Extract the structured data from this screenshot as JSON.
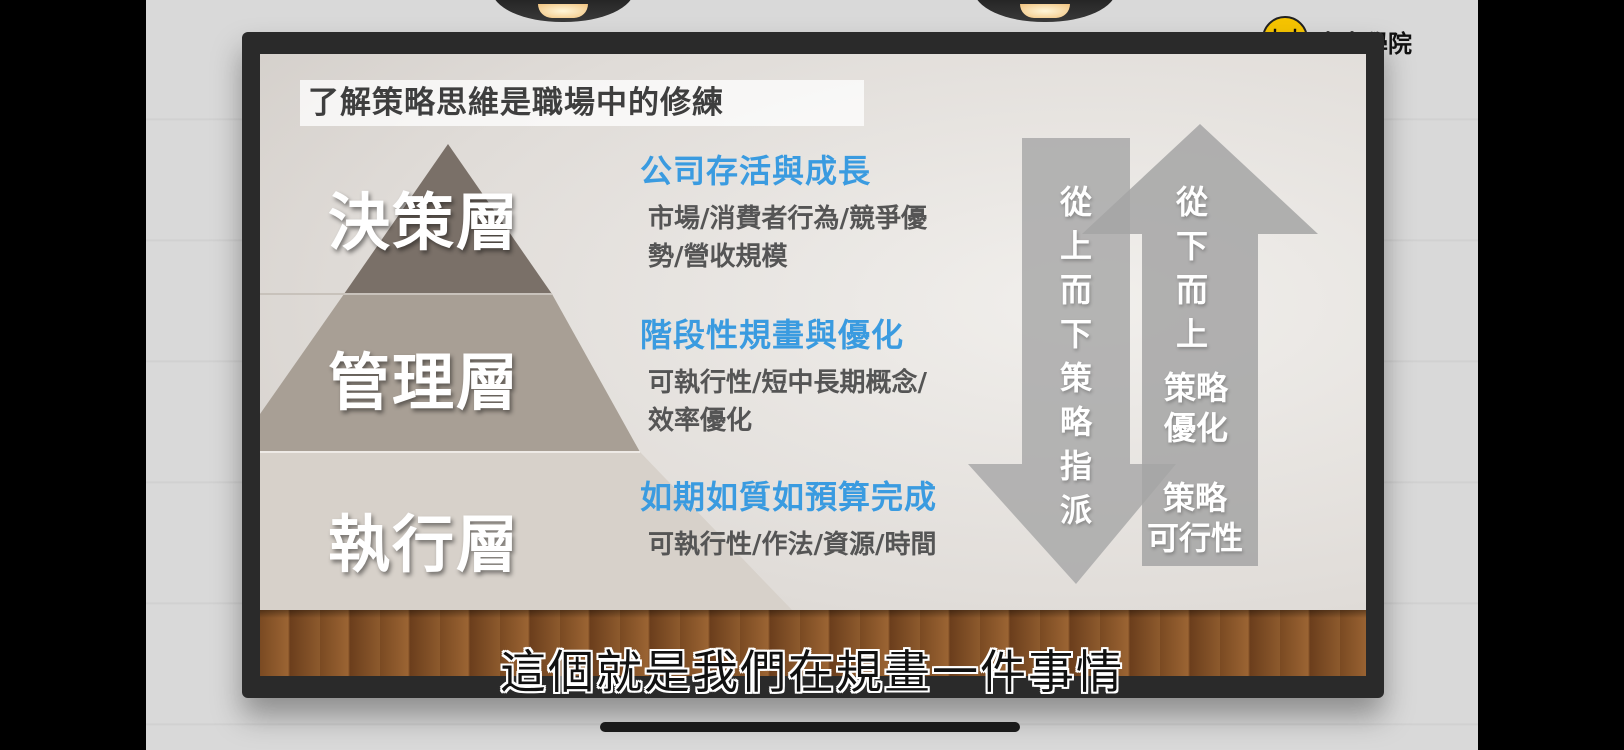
{
  "logo": {
    "mark": "大大",
    "name": "大大學院"
  },
  "slide": {
    "title": "了解策略思維是職場中的修練",
    "tiers": [
      {
        "label": "決策層",
        "heading": "公司存活與成長",
        "desc1": "市場/消費者行為/競爭優",
        "desc2": "勢/營收規模"
      },
      {
        "label": "管理層",
        "heading": "階段性規畫與優化",
        "desc1": "可執行性/短中長期概念/",
        "desc2": "效率優化"
      },
      {
        "label": "執行層",
        "heading": "如期如質如預算完成",
        "desc1": "可執行性/作法/資源/時間",
        "desc2": ""
      }
    ],
    "down_arrow": {
      "text": [
        "從",
        "上",
        "而",
        "下",
        "策",
        "略",
        "指",
        "派"
      ]
    },
    "up_arrow": {
      "text_top": [
        "從",
        "下",
        "而",
        "上"
      ],
      "text_mid": [
        "策略",
        "優化"
      ],
      "text_bottom": [
        "策略",
        "可行性"
      ]
    }
  },
  "subtitle": "這個就是我們在規畫一件事情",
  "colors": {
    "accent_blue": "#3a9be0",
    "tier_top": "#7a7068",
    "tier_mid": "#a89f95",
    "tier_bottom": "#d7d1ca",
    "arrow_gray": "#a9a9a9"
  }
}
